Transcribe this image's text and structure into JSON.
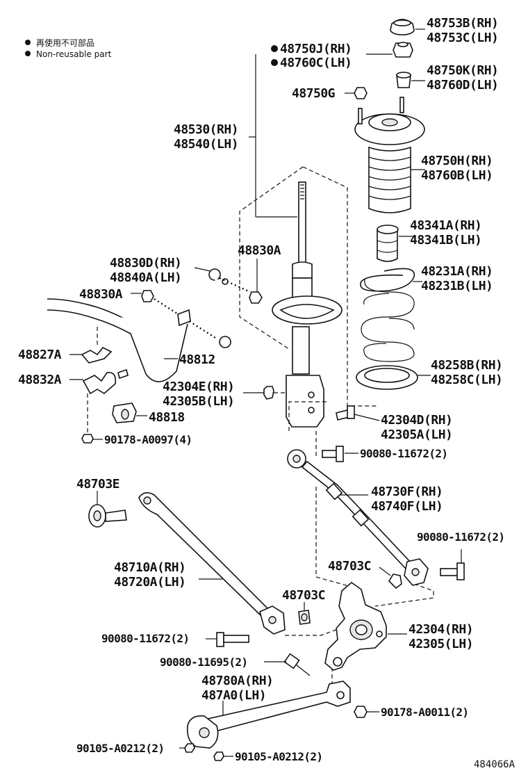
{
  "legend": {
    "bullet": "●",
    "line_cn": "再使用不可部品",
    "line_en": "Non-reusable part"
  },
  "labels": {
    "p48753": [
      "48753B(RH)",
      "48753C(LH)"
    ],
    "p48750j": [
      "48750J(RH)",
      "48760C(LH)"
    ],
    "p48750k": [
      "48750K(RH)",
      "48760D(LH)"
    ],
    "p48750g": "48750G",
    "p48530": [
      "48530(RH)",
      "48540(LH)"
    ],
    "p48750h": [
      "48750H(RH)",
      "48760B(LH)"
    ],
    "p48341": [
      "48341A(RH)",
      "48341B(LH)"
    ],
    "p48830a_top": "48830A",
    "p48830d": [
      "48830D(RH)",
      "48840A(LH)"
    ],
    "p48231": [
      "48231A(RH)",
      "48231B(LH)"
    ],
    "p48830a_left": "48830A",
    "p48827a": "48827A",
    "p48812": "48812",
    "p48258": [
      "48258B(RH)",
      "48258C(LH)"
    ],
    "p48832a": "48832A",
    "p42304e": [
      "42304E(RH)",
      "42305B(LH)"
    ],
    "p48818": "48818",
    "p42304d": [
      "42304D(RH)",
      "42305A(LH)"
    ],
    "p90178_a0097": "90178-A0097(4)",
    "p90080_11672_a": "90080-11672(2)",
    "p48703e": "48703E",
    "p48730f": [
      "48730F(RH)",
      "48740F(LH)"
    ],
    "p90080_11672_b": "90080-11672(2)",
    "p48710a": [
      "48710A(RH)",
      "48720A(LH)"
    ],
    "p48703c_a": "48703C",
    "p48703c_b": "48703C",
    "p42304": [
      "42304(RH)",
      "42305(LH)"
    ],
    "p90080_11672_c": "90080-11672(2)",
    "p90080_11695": "90080-11695(2)",
    "p48780a": [
      "48780A(RH)",
      "487A0(LH)"
    ],
    "p90178_a0011": "90178-A0011(2)",
    "p90105_a": "90105-A0212(2)",
    "p90105_b": "90105-A0212(2)"
  },
  "figure_ref": "484066A"
}
